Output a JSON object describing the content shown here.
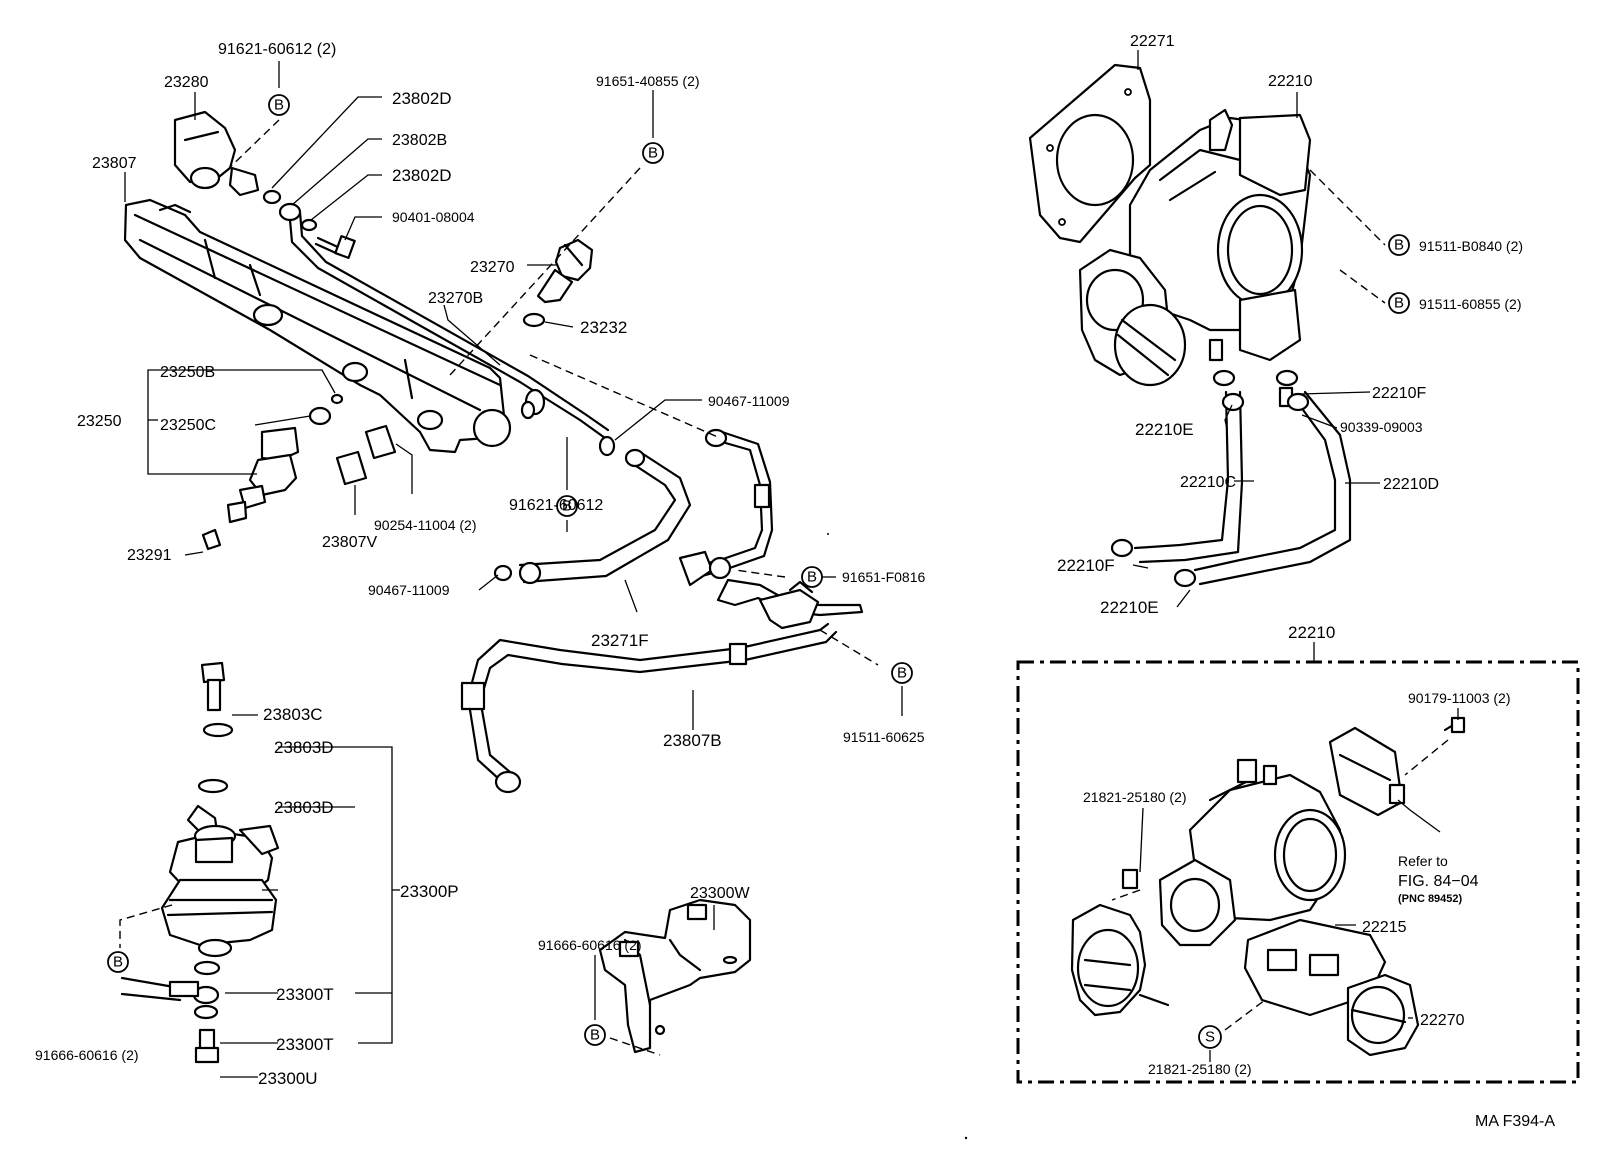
{
  "labels": {
    "p91621_60612_2": "91621-60612 (2)",
    "p23280": "23280",
    "p23807": "23807",
    "p23802D_a": "23802D",
    "p23802B": "23802B",
    "p23802D_b": "23802D",
    "p90401_08004": "90401-08004",
    "p91651_40855_2": "91651-40855 (2)",
    "p23270": "23270",
    "p23270B": "23270B",
    "p23232": "23232",
    "p23250B": "23250B",
    "p23250": "23250",
    "p23250C": "23250C",
    "p90467_11009_a": "90467-11009",
    "p91621_60612": "91621-60612",
    "p90254_11004_2": "90254-11004 (2)",
    "p23807V": "23807V",
    "p23291": "23291",
    "p90467_11009_b": "90467-11009",
    "p91651_F0816": "91651-F0816",
    "p23271F": "23271F",
    "p23803C": "23803C",
    "p23803D_a": "23803D",
    "p23803D_b": "23803D",
    "p23300P": "23300P",
    "p23807B": "23807B",
    "p91511_60625": "91511-60625",
    "p23300T_a": "23300T",
    "p23300T_b": "23300T",
    "p91666_60616_2_a": "91666-60616 (2)",
    "p23300U": "23300U",
    "p23300W": "23300W",
    "p91666_60616_2_b": "91666-60616 (2)",
    "p22271": "22271",
    "p22210_top": "22210",
    "p91511_B0840_2": "91511-B0840 (2)",
    "p91511_60855_2": "91511-60855 (2)",
    "p22210F_a": "22210F",
    "p22210E_a": "22210E",
    "p90339_09003": "90339-09003",
    "p22210C": "22210C",
    "p22210D": "22210D",
    "p22210F_b": "22210F",
    "p22210E_b": "22210E",
    "p22210_box": "22210",
    "p90179_11003_2": "90179-11003 (2)",
    "p21821_25180_2_a": "21821-25180 (2)",
    "refer_to": "Refer to",
    "fig_ref": "FIG. 84−04",
    "pnc_ref": "(PNC 89452)",
    "p22215": "22215",
    "p22270": "22270",
    "p21821_25180_2_b": "21821-25180 (2)",
    "drawing_code": "MA F394-A"
  },
  "callouts": {
    "b": "B",
    "s": "S"
  },
  "colors": {
    "ink": "#000000",
    "paper": "#ffffff"
  }
}
